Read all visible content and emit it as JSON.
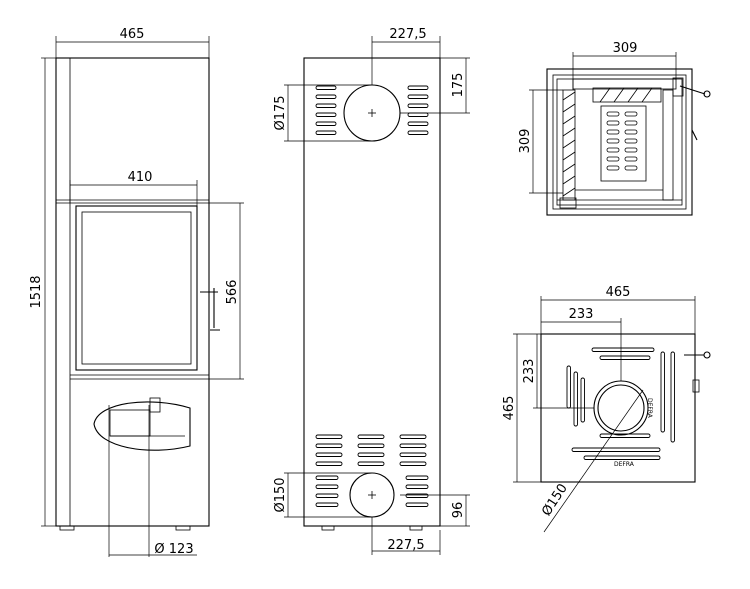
{
  "front_view": {
    "width_label": "465",
    "inner_width_label": "410",
    "height_label": "1518",
    "door_height_label": "566",
    "outlet_label": "Ø 123"
  },
  "back_view": {
    "top_offset_label": "227,5",
    "top_height_label": "175",
    "top_diameter_label": "Ø175",
    "bottom_diameter_label": "Ø150",
    "bottom_height_label": "96",
    "bottom_offset_label": "227,5"
  },
  "top_right_view": {
    "width_label": "309",
    "depth_label": "309"
  },
  "top_view": {
    "width_label": "465",
    "half_width_label": "233",
    "half_depth_label": "233",
    "depth_label": "465",
    "diameter_label": "Ø150",
    "brand_text": "DEFRA"
  }
}
